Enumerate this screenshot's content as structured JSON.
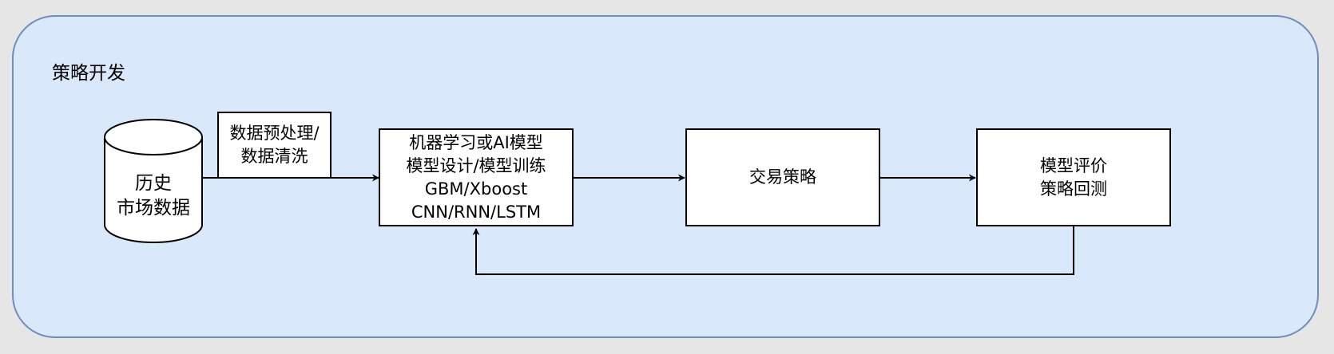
{
  "group": {
    "title": "策略开发"
  },
  "nodes": {
    "data_source": {
      "label": "历史\n市场数据",
      "shape": "cylinder"
    },
    "preprocess": {
      "label": "数据预处理/\n数据清洗"
    },
    "modeling": {
      "label": "机器学习或AI模型\n模型设计/模型训练\nGBM/Xboost\nCNN/RNN/LSTM"
    },
    "strategy": {
      "label": "交易策略"
    },
    "evaluation": {
      "label": "模型评价\n策略回测"
    }
  },
  "colors": {
    "background": "#e6e6e6",
    "group_fill": "#dae8fc",
    "group_stroke": "#6c8ebf",
    "node_fill": "#ffffff",
    "stroke": "#000000"
  }
}
